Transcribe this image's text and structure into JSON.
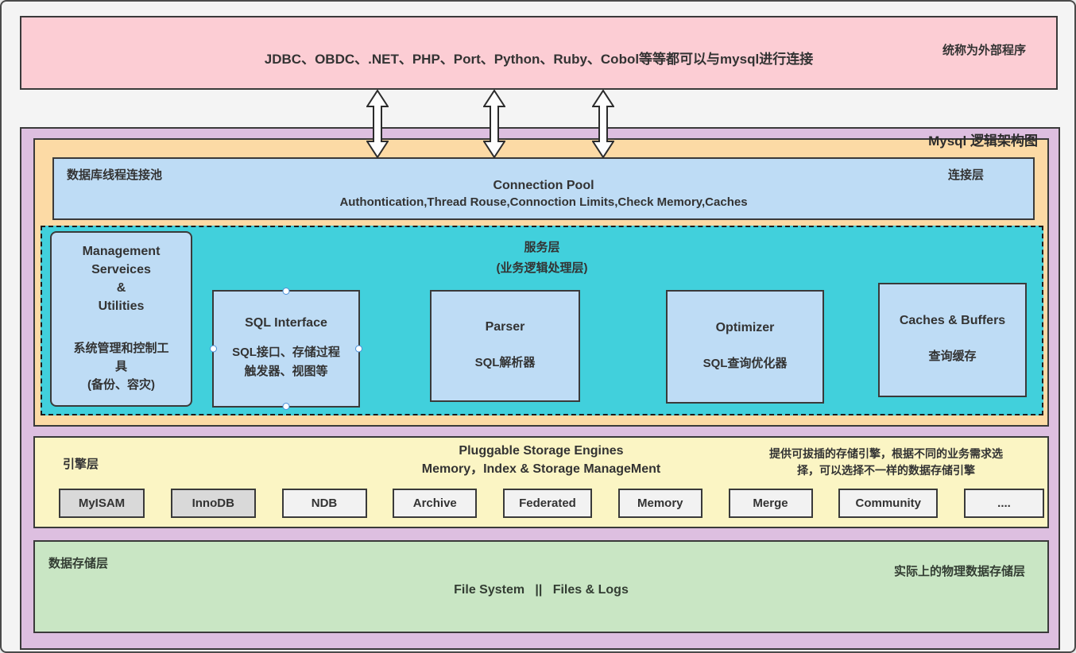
{
  "external_layer": {
    "text": "JDBC、OBDC、.NET、PHP、Port、Python、Ruby、Cobol等等都可以与mysql进行连接",
    "side_note": "统称为外部程序"
  },
  "diagram_title": "Mysql 逻辑架构图",
  "connection_layer": {
    "pool_label": "数据库线程连接池",
    "layer_label": "连接层",
    "title": "Connection Pool",
    "subtitle": "Authontication,Thread Rouse,Connoction Limits,Check Memory,Caches"
  },
  "service_layer": {
    "title_lines": [
      "服务层",
      "(业务逻辑处理层)"
    ],
    "management": {
      "en_lines": [
        "Management",
        "Serveices",
        "&",
        "Utilities"
      ],
      "cn_lines": [
        "系统管理和控制工",
        "具",
        "(备份、容灾)"
      ]
    },
    "sql_interface": {
      "en": "SQL Interface",
      "cn_lines": [
        "SQL接口、存储过程",
        "触发器、视图等"
      ]
    },
    "parser": {
      "en": "Parser",
      "cn": "SQL解析器"
    },
    "optimizer": {
      "en": "Optimizer",
      "cn": "SQL查询优化器"
    },
    "caches": {
      "en": "Caches & Buffers",
      "cn": "查询缓存"
    }
  },
  "engine_layer": {
    "layer_label": "引擎层",
    "title_lines": [
      "Pluggable Storage Engines",
      "Memory，Index & Storage ManageMent"
    ],
    "note_lines": [
      "提供可拔插的存储引擎，根据不同的业务需求选",
      "择，可以选择不一样的数据存储引擎"
    ],
    "engines": [
      {
        "label": "MyISAM",
        "filled": true
      },
      {
        "label": "InnoDB",
        "filled": true
      },
      {
        "label": "NDB",
        "filled": false
      },
      {
        "label": "Archive",
        "filled": false
      },
      {
        "label": "Federated",
        "filled": false
      },
      {
        "label": "Memory",
        "filled": false
      },
      {
        "label": "Merge",
        "filled": false
      },
      {
        "label": "Community",
        "filled": false
      },
      {
        "label": "....",
        "filled": false
      }
    ]
  },
  "storage_layer": {
    "layer_label": "数据存储层",
    "note": "实际上的物理数据存储层",
    "center_text": "File System   ||   Files & Logs"
  },
  "colors": {
    "pink": "#fccdd4",
    "purple": "#ddbfe0",
    "orange": "#fcdaa5",
    "blue": "#bedcf5",
    "teal": "#41d0dc",
    "yellow": "#fbf5c4",
    "green": "#c9e6c4",
    "engine_filled": "#d9d9d9",
    "engine_light": "#f2f2f2",
    "border": "#3a3a3a"
  }
}
